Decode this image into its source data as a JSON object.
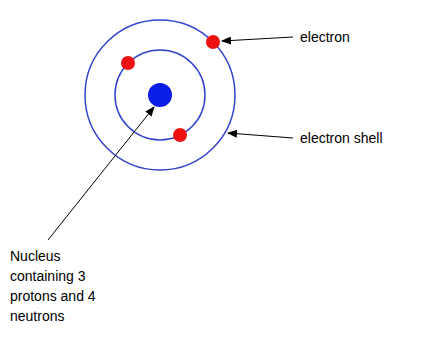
{
  "diagram": {
    "labels": [
      "electron",
      "electron shell",
      "Nucleus containing 3 protons and 4 neutrons"
    ]
  }
}
